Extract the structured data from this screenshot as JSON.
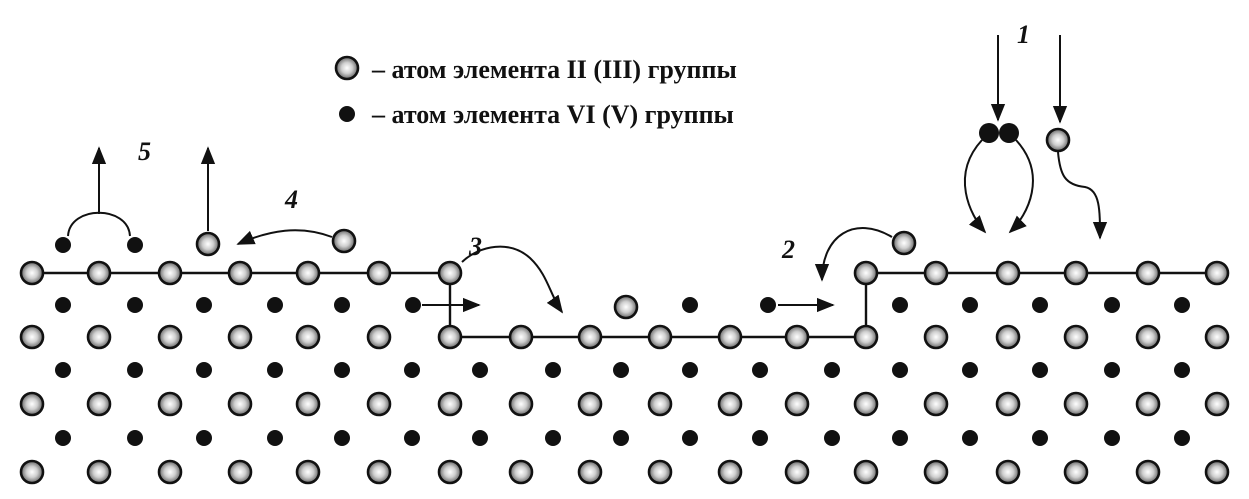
{
  "legend": {
    "item_group2_3": "– атом элемента II (III) группы",
    "item_group6_5": "– атом элемента VI (V) группы"
  },
  "labels": {
    "p1": "1",
    "p2": "2",
    "p3": "3",
    "p4": "4",
    "p5": "5"
  }
}
